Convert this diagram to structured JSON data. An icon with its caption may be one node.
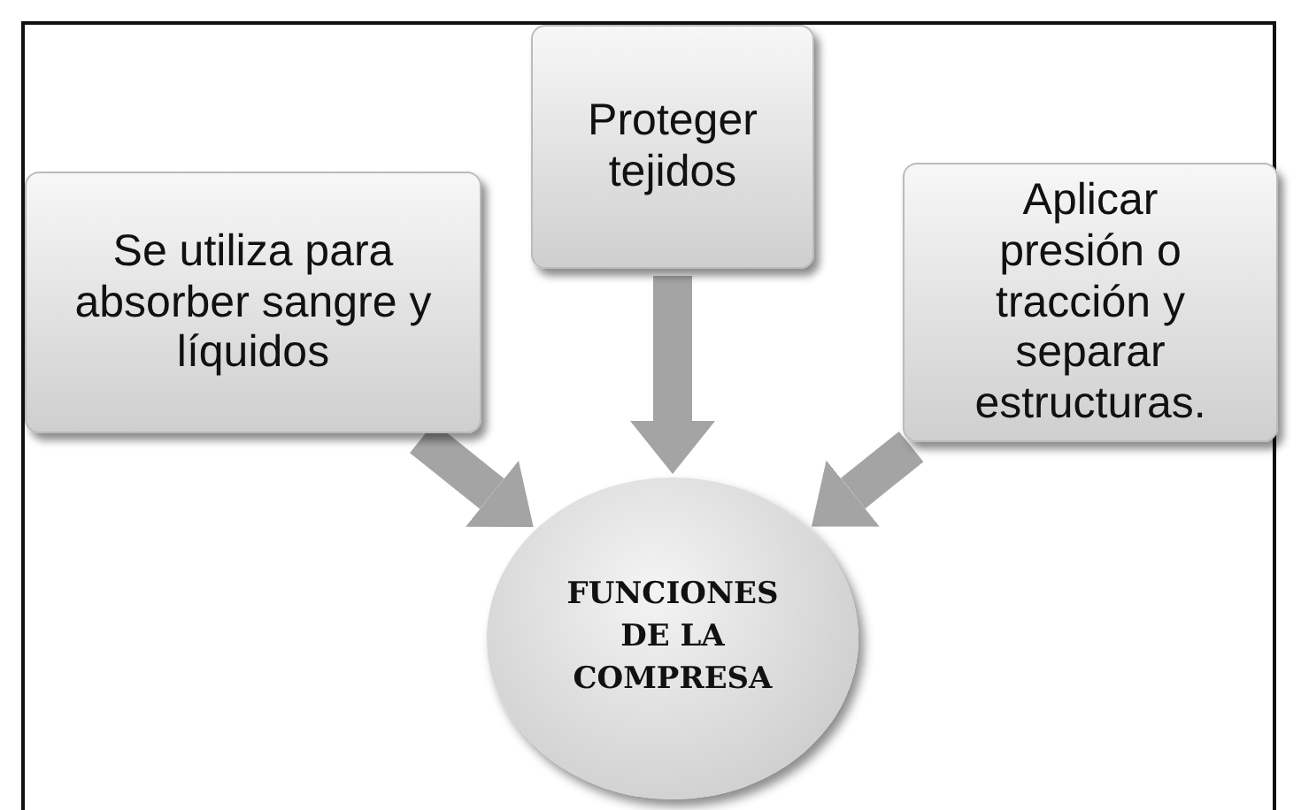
{
  "diagram": {
    "nodes": [
      {
        "text": [
          "Se utiliza para absorber sangre y líquidos"
        ]
      },
      {
        "text": [
          "Proteger tejidos"
        ]
      },
      {
        "text": [
          "Aplicar presión o tracción y separar estructuras."
        ]
      },
      {
        "text": [
          "FUNCIONES DE LA COMPRESA"
        ]
      }
    ],
    "edges": [
      {
        "from": 0,
        "to": 3,
        "arrow": "to"
      },
      {
        "from": 1,
        "to": 3,
        "arrow": "to"
      },
      {
        "from": 2,
        "to": 3,
        "arrow": "to"
      }
    ]
  }
}
